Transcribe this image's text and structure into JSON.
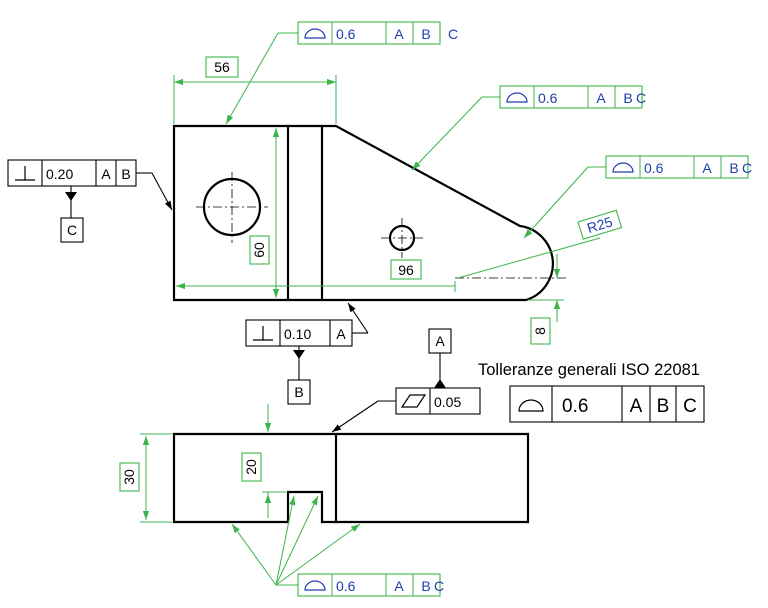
{
  "drawing": {
    "dimensions": {
      "width_top": "56",
      "height_left": "60",
      "length_total": "96",
      "radius": "R25",
      "offset_right": "8",
      "thickness": "30",
      "slot_depth": "20"
    },
    "profile_frames": {
      "symbol": "profile-of-surface-icon",
      "tolerance": "0.6",
      "datums": [
        "A",
        "B",
        "C"
      ]
    },
    "perpendicularity_left": {
      "symbol": "perpendicularity-icon",
      "tolerance": "0.20",
      "datums": [
        "A",
        "B"
      ]
    },
    "perpendicularity_bottom": {
      "symbol": "perpendicularity-icon",
      "tolerance": "0.10",
      "datums": [
        "A"
      ]
    },
    "flatness": {
      "symbol": "flatness-icon",
      "tolerance": "0.05"
    },
    "datum_labels": {
      "a": "A",
      "b": "B",
      "c": "C"
    },
    "general_tolerance": {
      "title": "Tolleranze generali ISO 22081",
      "symbol": "profile-of-surface-icon",
      "tolerance": "0.6",
      "datums": [
        "A",
        "B",
        "C"
      ]
    },
    "colors": {
      "part_line": "#000000",
      "dimension_line": "#3cb44b",
      "annotation_text": "#1f3fae"
    }
  }
}
